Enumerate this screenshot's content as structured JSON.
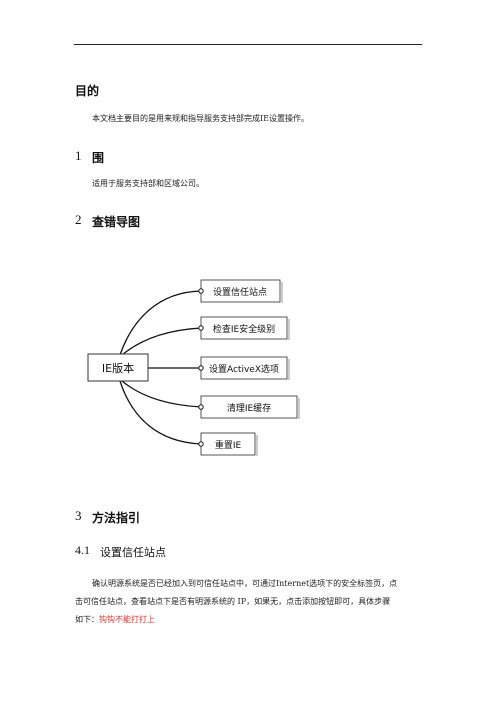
{
  "page": {
    "purpose_heading": "目的",
    "purpose_text": "本文档主要目的是用来规和指导服务支持部完成IE设置操作。",
    "s1_num": "1",
    "s1_title": "围",
    "s1_text": "适用于服务支持部和区域公司。",
    "s2_num": "2",
    "s2_title": "查错导图",
    "s3_num": "3",
    "s3_title": "方法指引",
    "s41_num": "4.1",
    "s41_title": "设置信任站点",
    "s41_line1": "确认明源系统是否已经加入到可信任站点中，可通过Internet选项下的安全标签页，点",
    "s41_line2": "击可信任站点，查看站点下是否有明源系统的 IP，如果无，点击添加按钮即可，具体步骤",
    "s41_line3_prefix": "如下：",
    "s41_line3_red": "钩钩不能打打上"
  },
  "mindmap": {
    "root": "IE版本",
    "branches": [
      "设置信任站点",
      "检查IE安全级别",
      "设置ActiveX选项",
      "清理IE缓存",
      "重置IE"
    ]
  }
}
